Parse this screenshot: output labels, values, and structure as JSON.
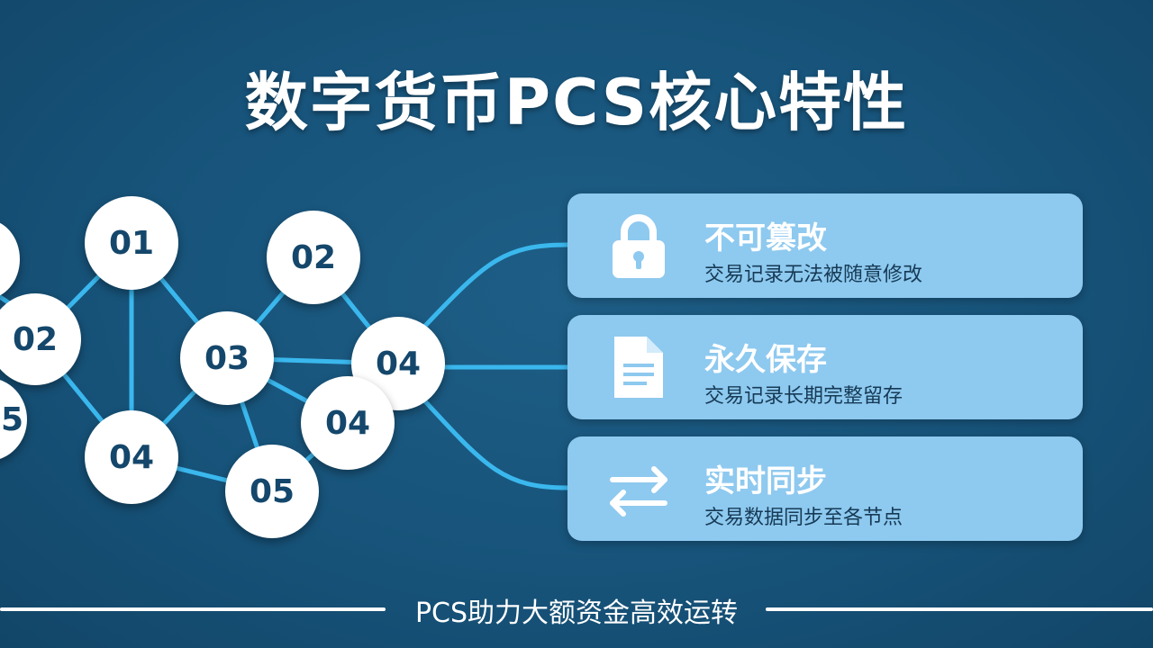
{
  "title": "数字货币PCS核心特性",
  "nodes": {
    "n_a": "01",
    "n_b": "02",
    "n_c": "03",
    "n_d": "04",
    "n_e": "02",
    "n_f": "04",
    "n_g": "05",
    "n_h": "04",
    "n_i": "5"
  },
  "features": [
    {
      "icon": "lock-icon",
      "title": "不可篡改",
      "desc": "交易记录无法被随意修改"
    },
    {
      "icon": "document-icon",
      "title": "永久保存",
      "desc": "交易记录长期完整留存"
    },
    {
      "icon": "swap-arrows-icon",
      "title": "实时同步",
      "desc": "交易数据同步至各节点"
    }
  ],
  "footer": {
    "text": "PCS助力大额资金高效运转"
  },
  "colors": {
    "background": "#17537a",
    "link": "#3ab8ee",
    "card": "#8ec9ef",
    "node_text": "#14476b"
  }
}
